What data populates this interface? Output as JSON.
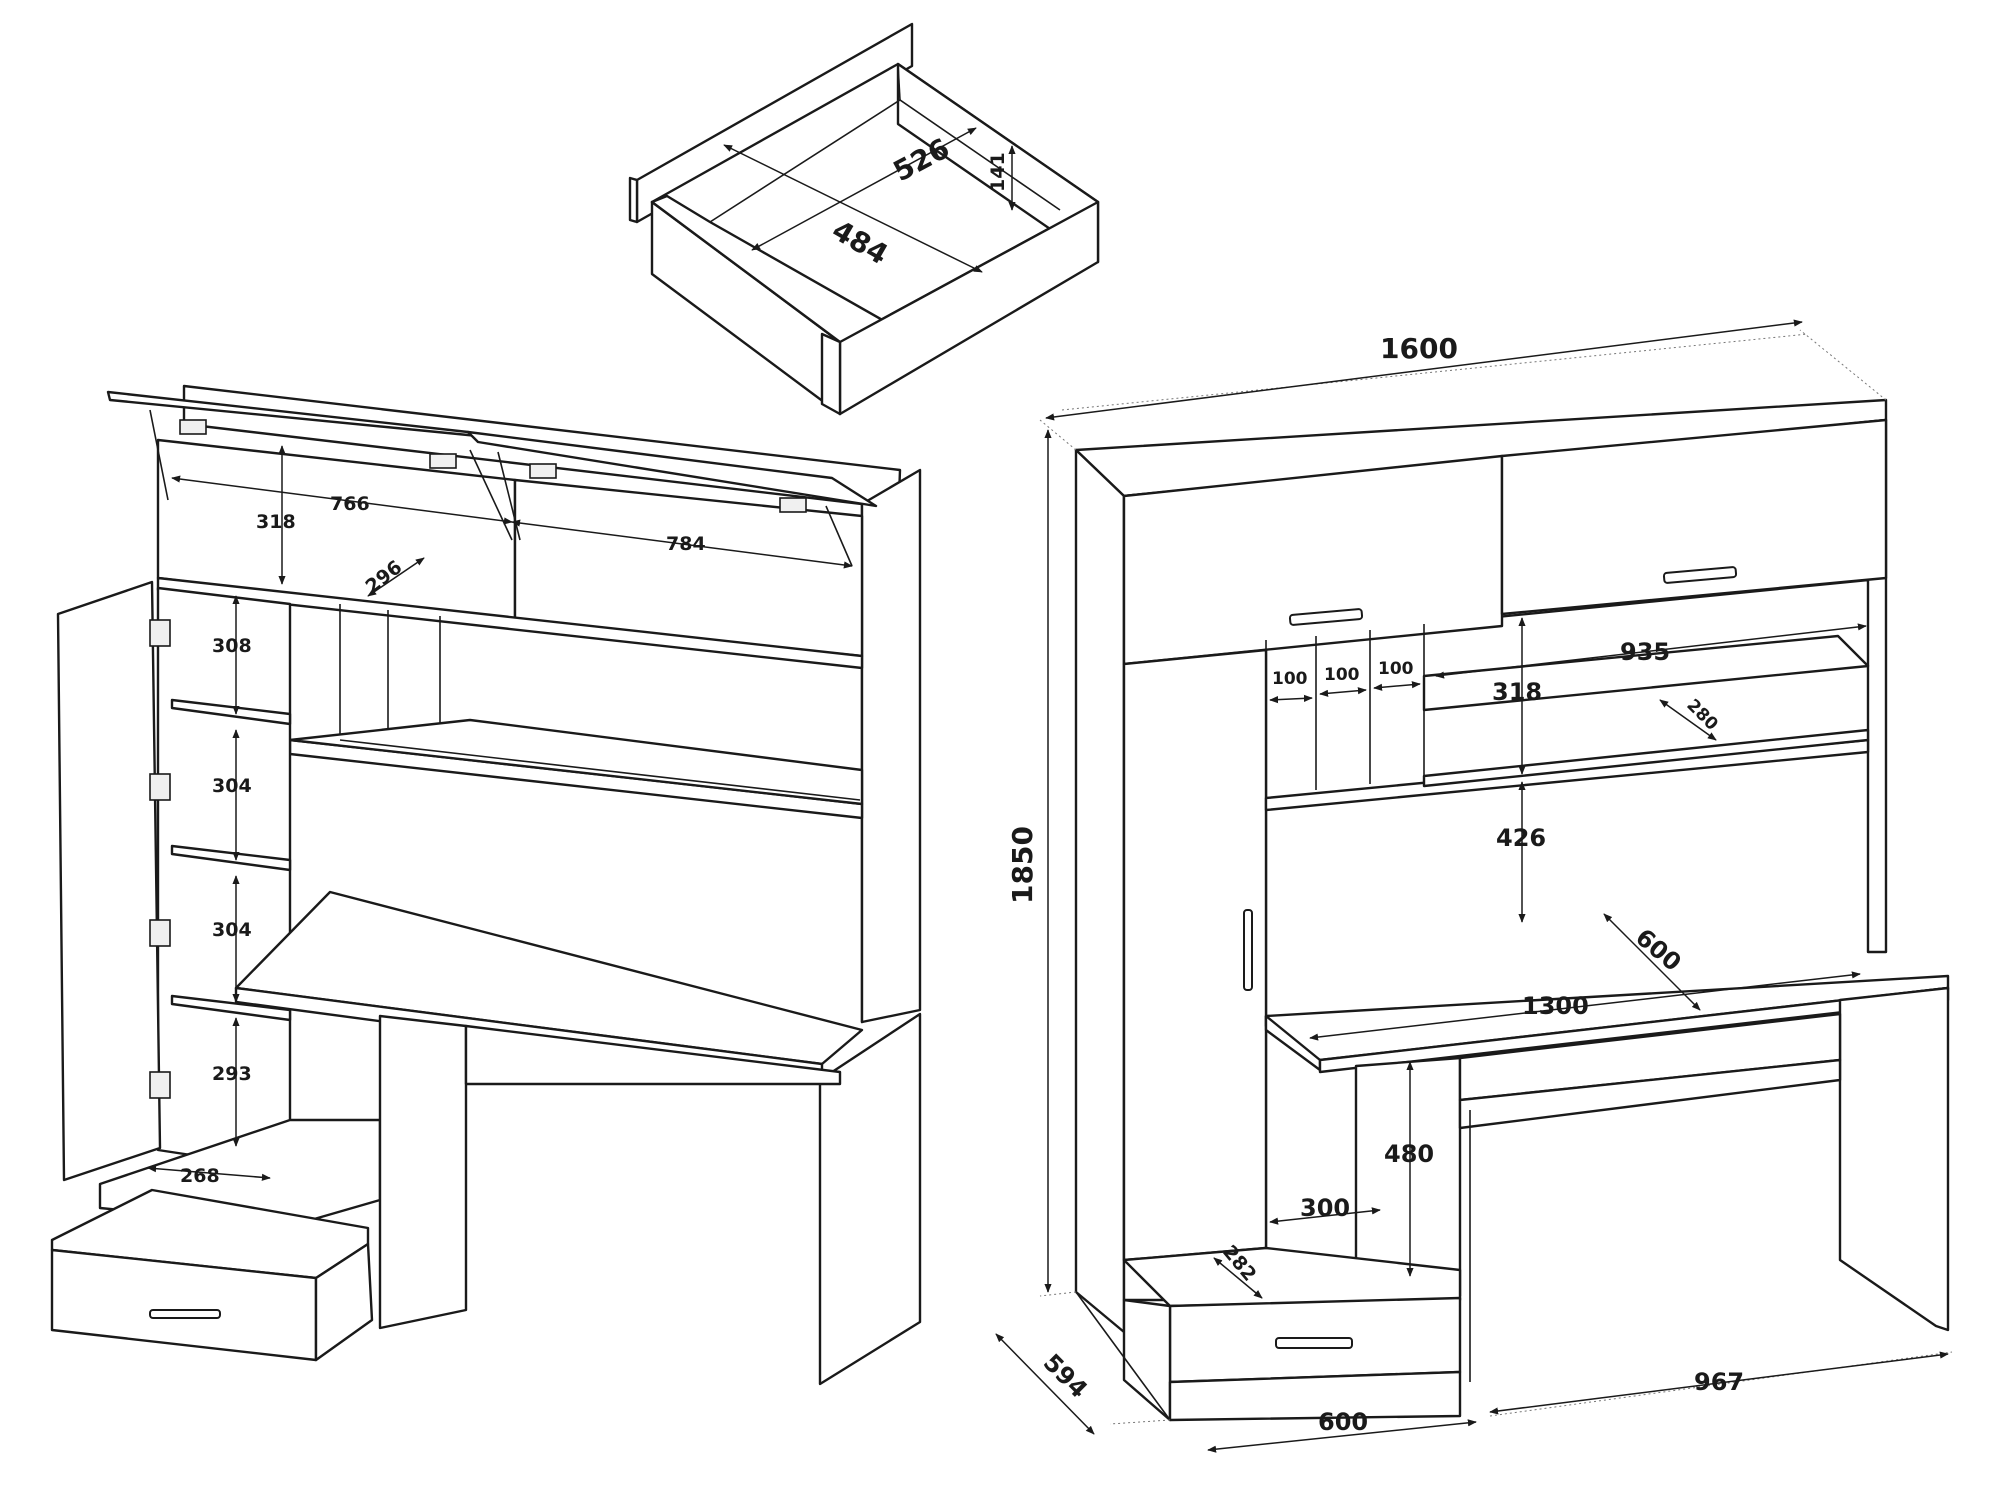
{
  "diagram": {
    "drawer": {
      "inner_length": "526",
      "inner_width": "484",
      "inner_height": "141"
    },
    "open_view": {
      "flap_left_width": "766",
      "flap_right_width": "784",
      "top_compartment_height": "318",
      "top_compartment_depth": "296",
      "cabinet_shelf_1": "308",
      "cabinet_shelf_2": "304",
      "cabinet_shelf_3": "304",
      "cabinet_shelf_4": "293",
      "cabinet_inner_width": "268"
    },
    "front_view": {
      "overall_width": "1600",
      "overall_height": "1850",
      "overall_depth": "594",
      "cubby_1": "100",
      "cubby_2": "100",
      "cubby_3": "100",
      "shelf_width": "935",
      "shelf_height": "318",
      "shelf_depth": "280",
      "desk_clearance_upper": "426",
      "desk_depth": "600",
      "desk_width": "1300",
      "knee_height": "480",
      "compartment_width": "300",
      "compartment_depth": "282",
      "base_width": "600",
      "desk_span": "967"
    }
  }
}
